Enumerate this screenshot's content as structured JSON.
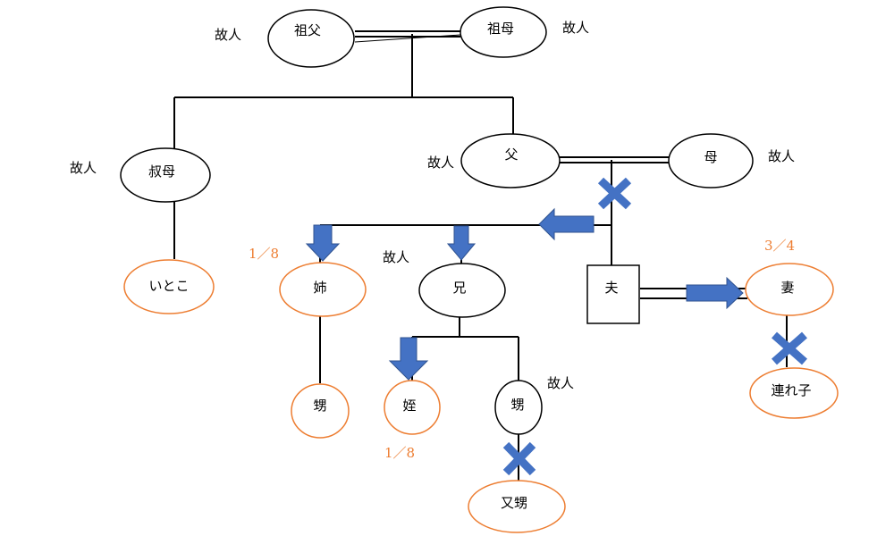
{
  "colors": {
    "line": "#000000",
    "deceased_border": "#000000",
    "heir_border": "#ED7D31",
    "share_text": "#ED7D31",
    "arrow_fill": "#4472C4",
    "cross_fill": "#4472C4"
  },
  "people": {
    "grandfather": "祖父",
    "grandmother": "祖母",
    "aunt": "叔母",
    "cousin": "いとこ",
    "father": "父",
    "mother": "母",
    "elder_sister": "姉",
    "elder_brother": "兄",
    "husband": "夫",
    "wife": "妻",
    "nephew_of_sister": "甥",
    "niece": "姪",
    "nephew_of_brother": "甥",
    "grandnephew": "又甥",
    "stepchild": "連れ子"
  },
  "notes": {
    "grandfather": "故人",
    "grandmother": "故人",
    "aunt": "故人",
    "father": "故人",
    "mother": "故人",
    "elder_brother": "故人",
    "nephew_of_brother": "故人"
  },
  "shares": {
    "elder_sister": "1／8",
    "niece": "1／8",
    "wife": "3／4"
  }
}
